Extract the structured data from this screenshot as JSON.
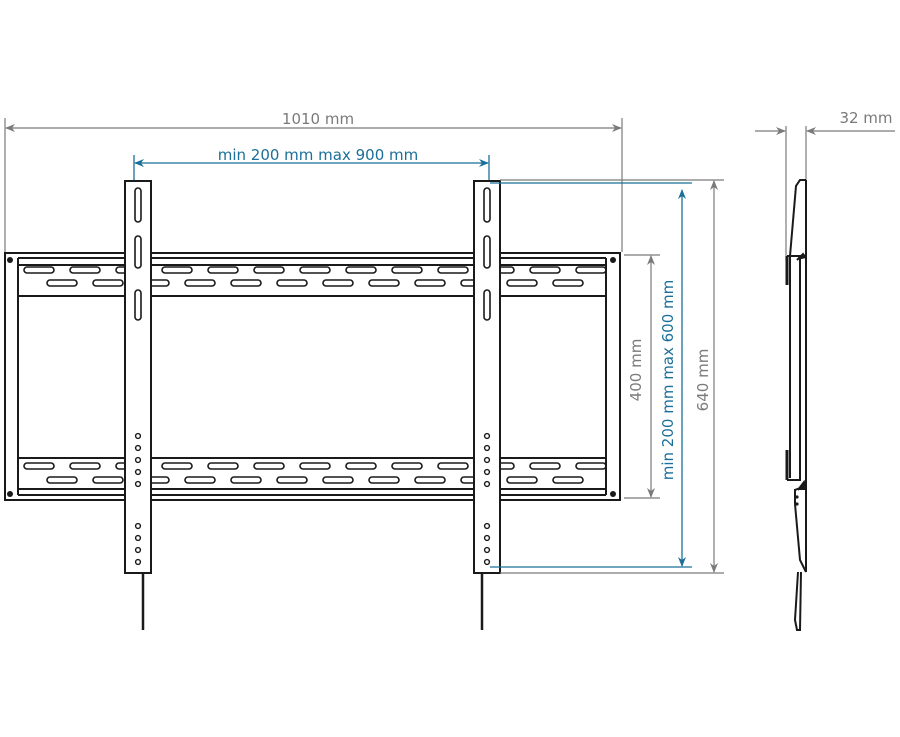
{
  "dimensions": {
    "overall_width": "1010 mm",
    "upright_spacing": "min 200 mm max 900 mm",
    "rail_height": "400 mm",
    "vesa_vertical": "min 200 mm max 600 mm",
    "overall_height": "640 mm",
    "depth": "32 mm"
  },
  "colors": {
    "dimension_grey": "#7a7a7a",
    "dimension_blue": "#1b6f99",
    "line": "#1a1a1a"
  }
}
